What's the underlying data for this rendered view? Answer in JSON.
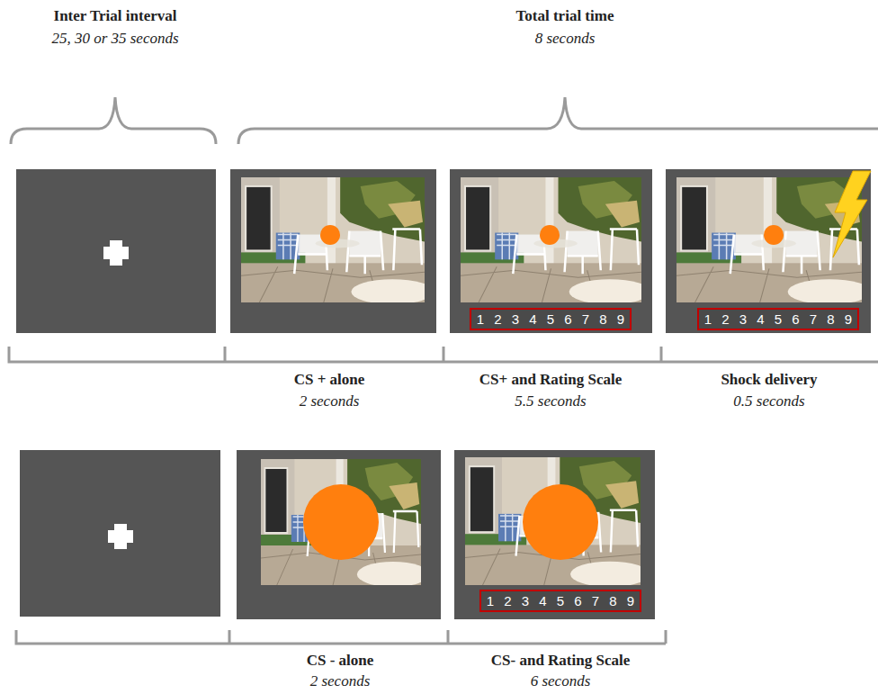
{
  "diagram": {
    "nodes": [
      {
        "text": [
          "1 2 3 4 5 6 7 8 9"
        ]
      },
      {
        "text": [
          "1 2 3 4 5 6 7 8 9"
        ]
      },
      {
        "text": [
          "1 2 3 4 5 6 7 8 9"
        ]
      }
    ],
    "labels": [
      "Inter Trial interval",
      "25, 30 or 35 seconds",
      "Total trial time",
      "8 seconds",
      "CS + alone",
      "2 seconds",
      "CS+ and Rating Scale",
      "5.5 seconds",
      "Shock delivery",
      "0.5 seconds",
      "CS - alone",
      "2 seconds",
      "CS- and Rating Scale",
      "6 seconds"
    ]
  }
}
